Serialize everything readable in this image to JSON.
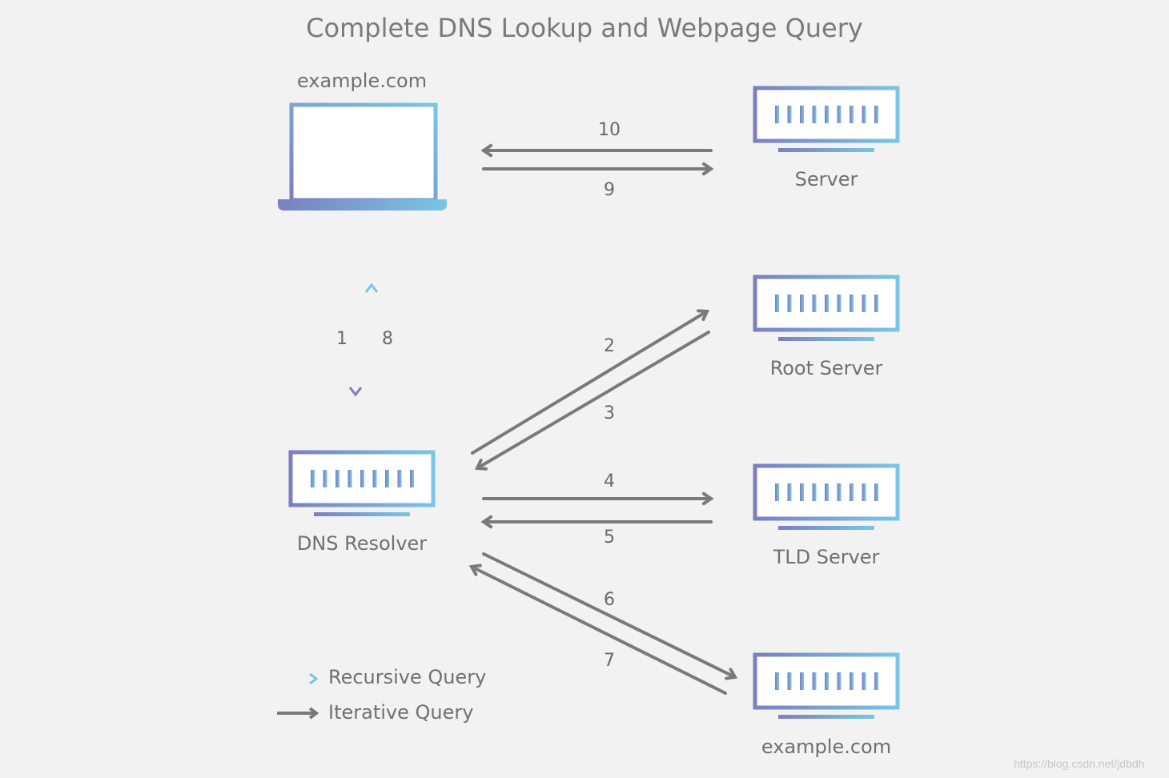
{
  "title": "Complete DNS Lookup and Webpage Query",
  "nodes": {
    "client": "example.com",
    "resolver": "DNS Resolver",
    "server": "Server",
    "root": "Root Server",
    "tld": "TLD Server",
    "authoritative": "example.com"
  },
  "steps": [
    "1",
    "2",
    "3",
    "4",
    "5",
    "6",
    "7",
    "8",
    "9",
    "10"
  ],
  "legend": {
    "recursive": "Recursive Query",
    "iterative": "Iterative Query"
  },
  "watermark": "https://blog.csdn.net/jdbdh",
  "colors": {
    "gradient_start": "#7b7fc0",
    "gradient_end": "#79c6e6",
    "arrow_gray": "#7a7a7a",
    "text_gray": "#707070",
    "background": "#f2f2f2"
  }
}
